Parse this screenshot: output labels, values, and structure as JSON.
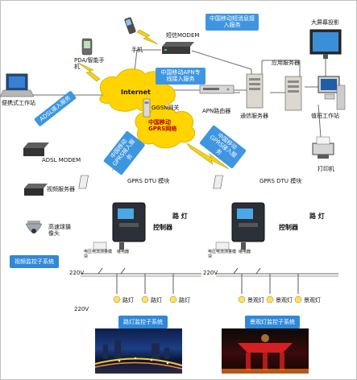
{
  "nodes": {
    "phone": "手机",
    "sms_modem": "短信MODEM",
    "pda": "PDA/智能手机",
    "laptop": "便携式工作站",
    "internet": "Internet",
    "ggsn": "GGSN网关",
    "gprs_network": "中国移动GPRS网络",
    "apn_router": "APN路由器",
    "comm_server": "通信服务器",
    "app_server": "应用服务器",
    "big_screen": "大屏幕投影",
    "duty_workstation": "值班工作站",
    "printer": "打印机",
    "adsl_modem": "ADSL MODEM",
    "video_server": "视频服务器",
    "dome_camera": "高速球摄像头",
    "dtu_left": "GPRS DTU 模块",
    "dtu_right": "GPRS DTU 模块"
  },
  "tags": {
    "sms_service": "中国移动短消息接入服务",
    "apn_service": "中国移动APN专线接入服务",
    "adsl_service": "ADSL接入服务",
    "gprs_left": "中国移动GPRS接入服务",
    "gprs_right": "中国移动GPRS接入服务"
  },
  "controllers": {
    "street_lamp_label": "路 灯",
    "street_ctrl_label": "控制器",
    "landscape_lamp_label": "路 灯",
    "landscape_ctrl_label": "控制器"
  },
  "circuits": {
    "left_meter": "电压电流测量模块",
    "left_relay": "继电器",
    "right_meter": "电压电流测量模块",
    "right_relay": "继电器",
    "voltage_left": "220V",
    "voltage_right": "220V",
    "voltage_bottom": "220V"
  },
  "lamps": {
    "street": [
      "路灯",
      "路灯",
      "路灯"
    ],
    "landscape": [
      "景观灯",
      "景观灯",
      "景观灯"
    ]
  },
  "captions": {
    "video": "视频监控子系统",
    "street": "路灯监控子系统",
    "landscape": "景观灯监控子系统"
  },
  "colors": {
    "accent": "#3f96e0",
    "lightning": "#f2d21a",
    "cloud": "#ffd400"
  }
}
